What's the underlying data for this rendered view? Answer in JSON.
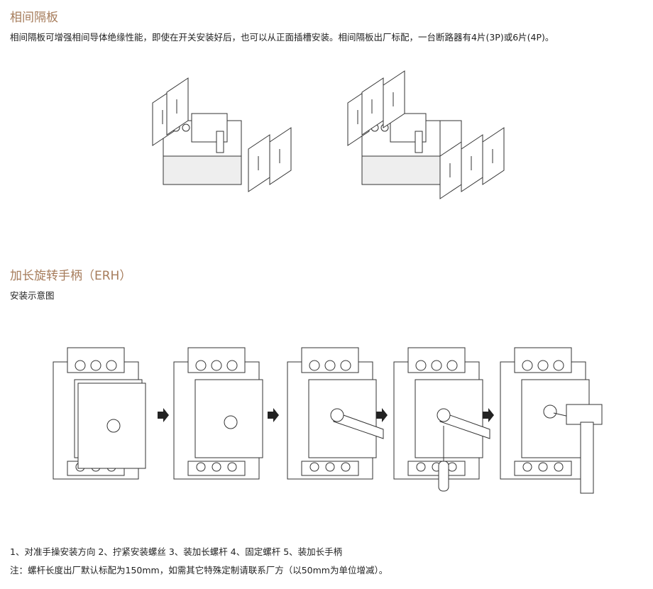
{
  "section1": {
    "title": "相间隔板",
    "description": "相间隔板可增强相间导体绝缘性能，即使在开关安装好后，也可以从正面插槽安装。相间隔板出厂标配，一台断路器有4片(3P)或6片(4P)。"
  },
  "section2": {
    "title": "加长旋转手柄（ERH）",
    "subtitle": "安装示意图",
    "steps": "1、对准手操安装方向  2、拧紧安装螺丝  3、装加长螺杆  4、固定螺杆  5、装加长手柄",
    "note": "注：螺杆长度出厂默认标配为150mm，如需其它特殊定制请联系厂方（以50mm为单位增减）。"
  }
}
